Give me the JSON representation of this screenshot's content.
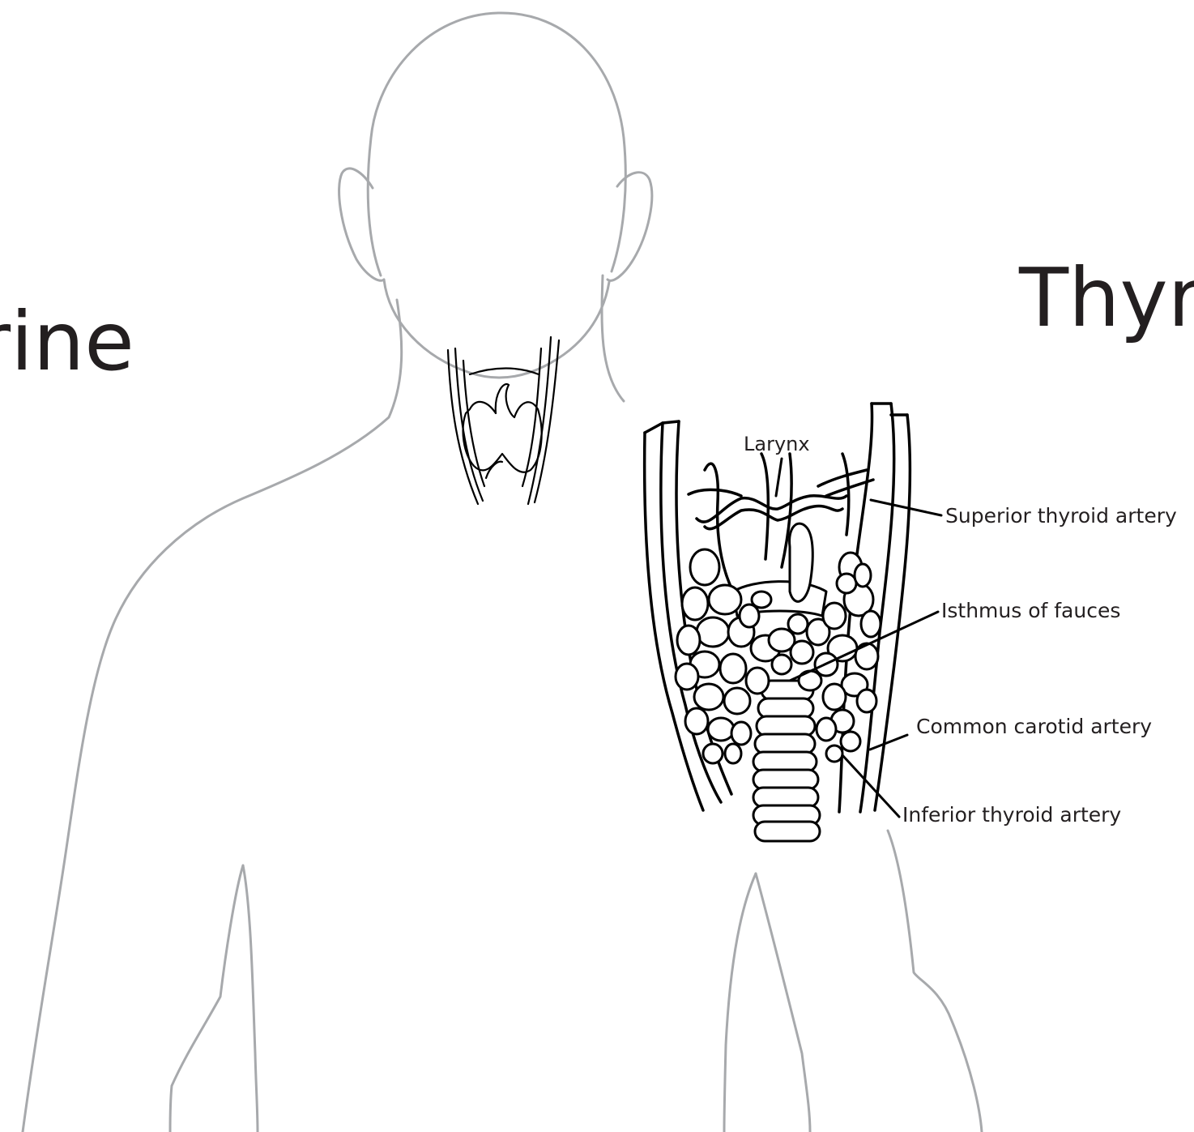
{
  "titles": {
    "left": "rine",
    "right": "Thyr"
  },
  "labels": {
    "larynx": "Larynx",
    "superior_thyroid_artery": "Superior thyroid artery",
    "isthmus_of_fauces": "Isthmus of fauces",
    "common_carotid_artery": "Common carotid artery",
    "inferior_thyroid_artery": "Inferior thyroid artery"
  },
  "colors": {
    "body_outline": "#a7a9ac",
    "ink": "#000000",
    "text": "#231f20",
    "background": "#ffffff"
  }
}
